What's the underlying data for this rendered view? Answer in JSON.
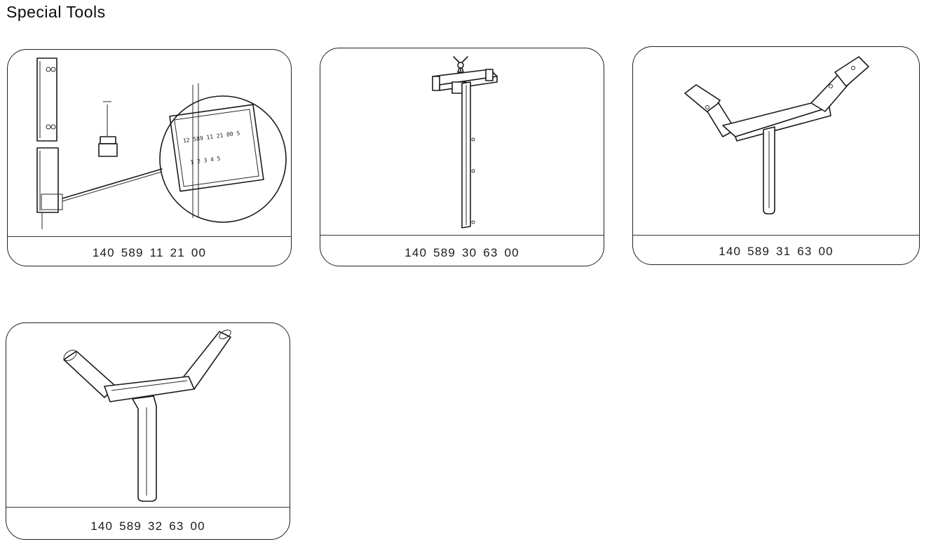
{
  "page": {
    "title": "Special Tools"
  },
  "tools": [
    {
      "part_number": "140 589 11 21 00",
      "icon": "gauge-set-drawing"
    },
    {
      "part_number": "140 589 30 63 00",
      "icon": "t-gauge-wing-nut-drawing"
    },
    {
      "part_number": "140 589 31 63 00",
      "icon": "angled-y-gauge-drawing"
    },
    {
      "part_number": "140 589 32 63 00",
      "icon": "y-gauge-drawing"
    }
  ],
  "inset_label": {
    "line1": "12 589 11 21 00 S",
    "line2": "1  2  3  4  5"
  }
}
